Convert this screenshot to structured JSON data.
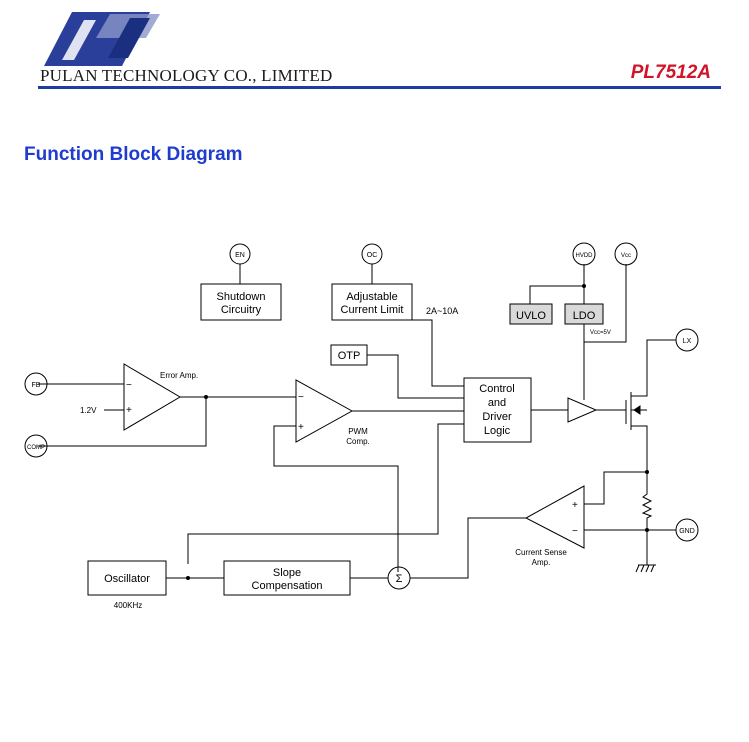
{
  "header": {
    "company": "PULAN TECHNOLOGY CO., LIMITED",
    "part_number": "PL7512A",
    "accent_color": "#1f3d9e",
    "part_color": "#d0142a"
  },
  "section_title": "Function Block Diagram",
  "diagram": {
    "pins": {
      "en": "EN",
      "oc": "OC",
      "hvdd": "HVDD",
      "vcc": "Vcc",
      "lx": "LX",
      "fb": "FB",
      "comp": "COMP",
      "gnd": "GND"
    },
    "blocks": {
      "shutdown_l1": "Shutdown",
      "shutdown_l2": "Circuitry",
      "adj_l1": "Adjustable",
      "adj_l2": "Current Limit",
      "current_range": "2A~10A",
      "uvlo": "UVLO",
      "ldo": "LDO",
      "vcc_note": "Vcc=5V",
      "otp": "OTP",
      "ctrl_l1": "Control",
      "ctrl_l2": "and",
      "ctrl_l3": "Driver",
      "ctrl_l4": "Logic",
      "oscillator": "Oscillator",
      "osc_freq": "400KHz",
      "slope_l1": "Slope",
      "slope_l2": "Compensation",
      "sum_symbol": "Σ"
    },
    "amps": {
      "error_amp": "Error Amp.",
      "vref": "1.2V",
      "pwm_l1": "PWM",
      "pwm_l2": "Comp.",
      "cs_l1": "Current Sense",
      "cs_l2": "Amp.",
      "minus": "−",
      "plus": "+"
    }
  }
}
